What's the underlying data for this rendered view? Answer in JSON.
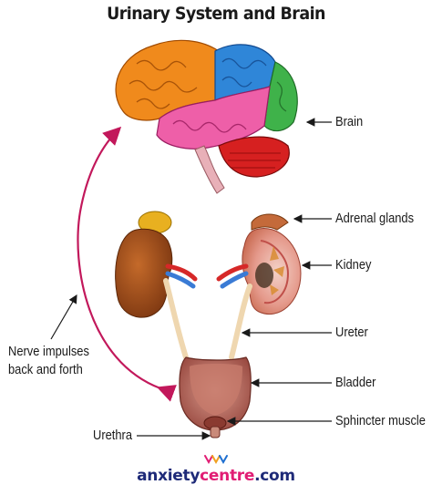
{
  "title": "Urinary System and Brain",
  "labels": {
    "brain": "Brain",
    "adrenal_glands": "Adrenal glands",
    "kidney": "Kidney",
    "ureter": "Ureter",
    "bladder": "Bladder",
    "sphincter_muscle": "Sphincter muscle",
    "urethra": "Urethra",
    "nerve_impulses_line1": "Nerve impulses",
    "nerve_impulses_line2": "back and forth"
  },
  "brand": {
    "part1": "anxiety",
    "part2": "centre",
    "part3": ".com"
  },
  "colors": {
    "arrow_curve": "#c2185b",
    "brand_blue": "#1e2a78",
    "brand_pink": "#e11d74",
    "kidney": "#a8541c",
    "adrenal": "#e8b020",
    "bladder": "#b8675a"
  }
}
